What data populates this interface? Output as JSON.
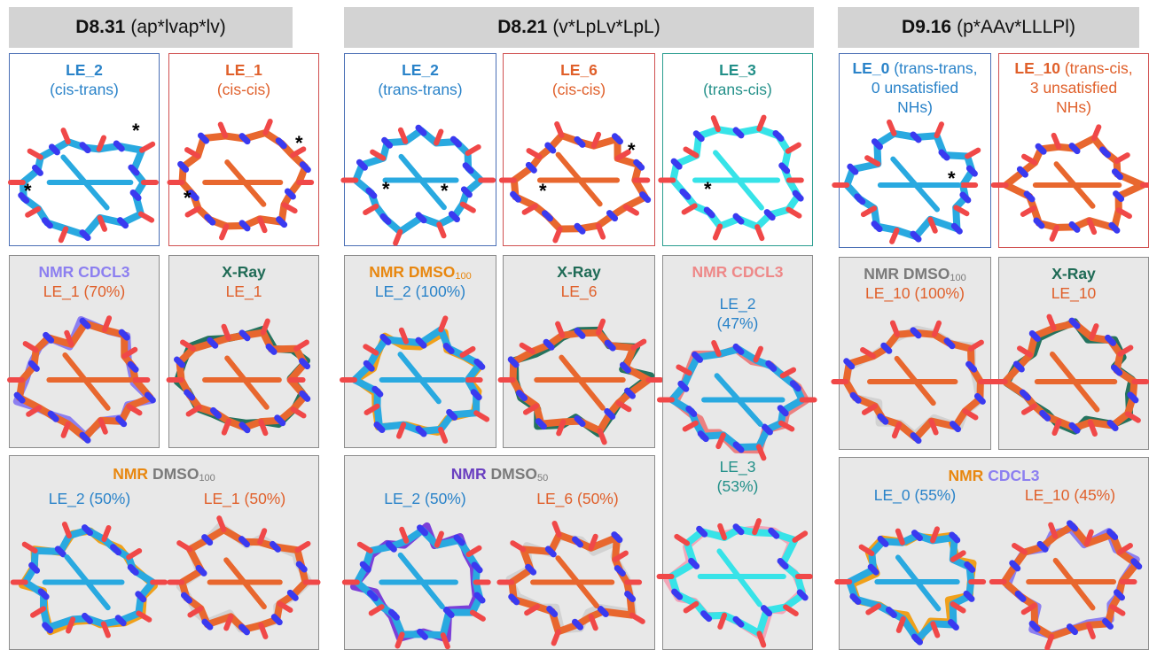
{
  "headers": [
    {
      "id": "D8.31",
      "seq": "(ap*lvap*lv)"
    },
    {
      "id": "D8.21",
      "seq": "(v*LpLv*LpL)"
    },
    {
      "id": "D9.16",
      "seq": "(p*AAv*LLLPl)"
    }
  ],
  "d831": {
    "le2": {
      "name": "LE_2",
      "desc": "(cis-trans)"
    },
    "le1": {
      "name": "LE_1",
      "desc": "(cis-cis)"
    },
    "nmr_cdcl3": {
      "method": "NMR CDCL3",
      "result": "LE_1 (70%)"
    },
    "xray": {
      "method": "X-Ray",
      "result": "LE_1"
    },
    "nmr_dmso": {
      "nmr": "NMR",
      "solvent": "DMSO",
      "conc": "100",
      "left": "LE_2 (50%)",
      "right": "LE_1 (50%)"
    }
  },
  "d821": {
    "le2": {
      "name": "LE_2",
      "desc": "(trans-trans)"
    },
    "le6": {
      "name": "LE_6",
      "desc": "(cis-cis)"
    },
    "le3": {
      "name": "LE_3",
      "desc": "(trans-cis)"
    },
    "nmr_dmso100": {
      "nmr": "NMR DMSO",
      "conc": "100",
      "result": "LE_2 (100%)"
    },
    "xray": {
      "method": "X-Ray",
      "result": "LE_6"
    },
    "nmr_cdcl3": {
      "method": "NMR CDCL3",
      "a_name": "LE_2",
      "a_pct": "(47%)",
      "b_name": "LE_3",
      "b_pct": "(53%)"
    },
    "nmr_dmso50": {
      "nmr": "NMR",
      "solvent": "DMSO",
      "conc": "50",
      "left": "LE_2 (50%)",
      "right": "LE_6 (50%)"
    }
  },
  "d916": {
    "le0": {
      "name": "LE_0",
      "l1": "(trans-trans,",
      "l2": "0 unsatisfied",
      "l3": "NHs)"
    },
    "le10": {
      "name": "LE_10",
      "l1": "(trans-cis,",
      "l2": "3 unsatisfied",
      "l3": "NHs)"
    },
    "nmr_dmso": {
      "nmr": "NMR DMSO",
      "conc": "100",
      "result": "LE_10 (100%)"
    },
    "xray": {
      "method": "X-Ray",
      "result": "LE_10"
    },
    "nmr_cdcl3": {
      "nmr": "NMR",
      "solvent": "CDCL3",
      "left": "LE_0 (55%)",
      "right": "LE_10 (45%)"
    }
  },
  "star": "*",
  "colors": {
    "cyan_blue": "#29a9e0",
    "orange_red": "#e8672e",
    "cyan": "#37e3e8",
    "lavender": "#8c7ff0",
    "green": "#24735e",
    "orange": "#f0a01a",
    "silver": "#d2d2d2",
    "purple": "#7b3fd8",
    "pink": "#f3a6b8",
    "salmon": "#ec8080",
    "nitrogen": "#3a3af0",
    "oxygen": "#f04848"
  }
}
